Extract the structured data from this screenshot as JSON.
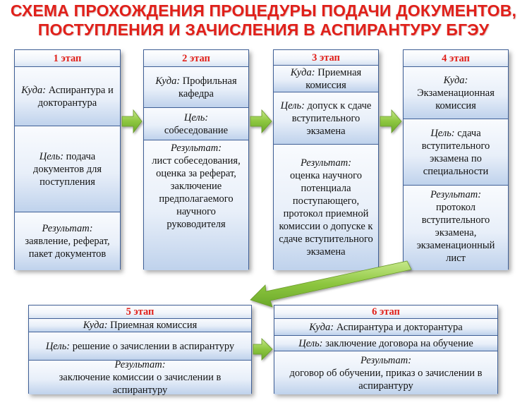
{
  "title": {
    "line1": "СХЕМА ПРОХОЖДЕНИЯ ПРОЦЕДУРЫ ПОДАЧИ ДОКУМЕНТОВ,",
    "line2": "ПОСТУПЛЕНИЯ И ЗАЧИСЛЕНИЯ В АСПИРАНТУРУ БГЭУ"
  },
  "colors": {
    "title": "#e0201a",
    "border": "#3f5f96",
    "arrow": "#8dc63f"
  },
  "stages": [
    {
      "header": "1 этап",
      "where_label": "Куда:",
      "where_text": " Аспирантура и докторантура",
      "goal_label": "Цель:",
      "goal_text": " подача документов для поступления",
      "result_label": "Результат:",
      "result_text": "заявление, реферат,  пакет документов"
    },
    {
      "header": "2 этап",
      "where_label": "Куда:",
      "where_text": " Профильная кафедра",
      "goal_label": "Цель:",
      "goal_text": "собеседование",
      "result_label": "Результат:",
      "result_text": "лист собеседования, оценка за реферат, заключение предполагаемого научного руководителя"
    },
    {
      "header": "3 этап",
      "where_label": "Куда:",
      "where_text": " Приемная комиссия",
      "goal_label": "Цель:",
      "goal_text": " допуск к сдаче вступительного экзамена",
      "result_label": "Результат:",
      "result_text": "оценка научного потенциала поступающего, протокол приемной комиссии о допуске к сдаче вступительного экзамена"
    },
    {
      "header": "4 этап",
      "where_label": "Куда:",
      "where_text": "Экзаменационная комиссия",
      "goal_label": "Цель:",
      "goal_text": " сдача вступительного экзамена по специальности",
      "result_label": "Результат:",
      "result_text": "протокол вступительного экзамена, экзаменационный лист"
    },
    {
      "header": "5 этап",
      "where_label": "Куда:",
      "where_text": " Приемная комиссия",
      "goal_label": "Цель:",
      "goal_text": " решение о зачислении в аспирантуру",
      "result_label": "Результат:",
      "result_text": "заключение комиссии о зачислении в аспирантуру"
    },
    {
      "header": "6 этап",
      "where_label": "Куда:",
      "where_text": " Аспирантура и докторантура",
      "goal_label": "Цель:",
      "goal_text": "  заключение договора на обучение",
      "result_label": "Результат:",
      "result_text": "договор об обучении, приказ о зачислении в аспирантуру"
    }
  ]
}
